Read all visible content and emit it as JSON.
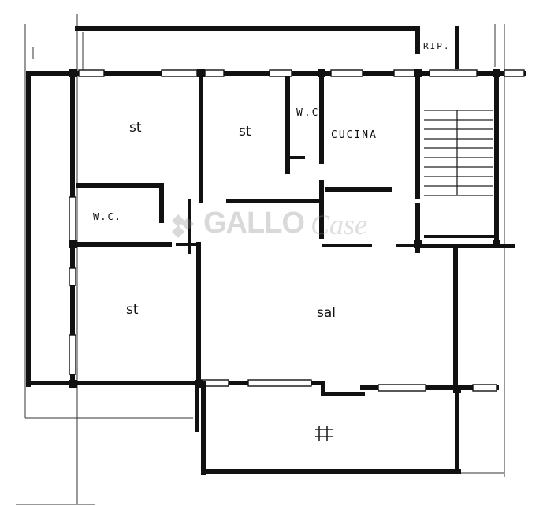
{
  "plan": {
    "rooms": {
      "room_top_left": "st",
      "room_top_middle": "st",
      "room_wc_top": "W.C",
      "room_kitchen": "CUCINA",
      "room_storage": "RIP.",
      "room_wc_left": "W.C.",
      "room_bottom_left": "st",
      "room_living": "sal"
    },
    "watermark": {
      "brand": "GALLO",
      "sub": "Case"
    }
  }
}
